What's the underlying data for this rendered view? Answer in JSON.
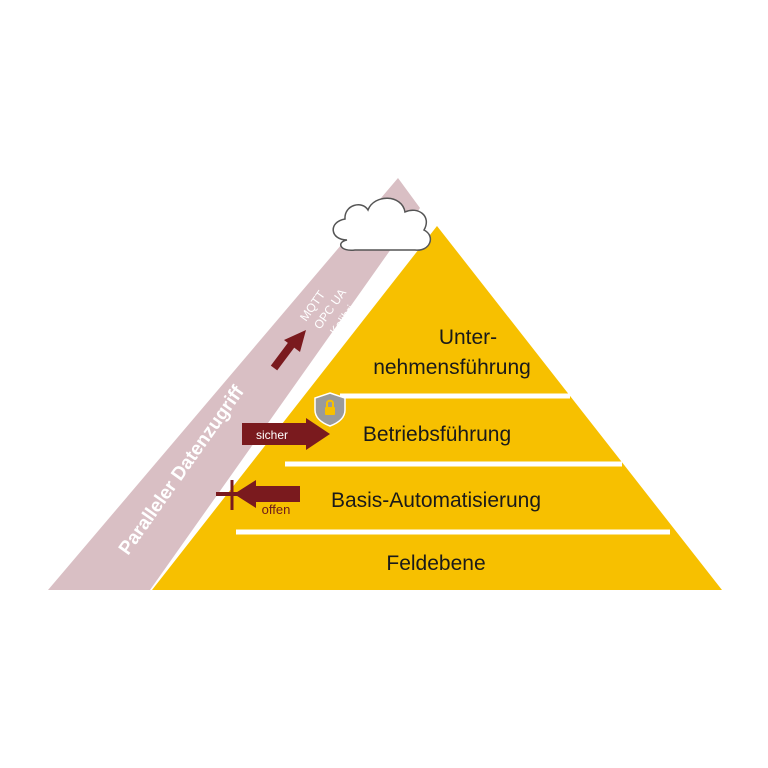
{
  "layers": [
    {
      "label_line1": "Unter-",
      "label_line2": "nehmensführung"
    },
    {
      "label": "Betriebsführung"
    },
    {
      "label": "Basis-Automatisierung"
    },
    {
      "label": "Feldebene"
    }
  ],
  "side_band": {
    "label": "Paralleler Datenzugriff",
    "protocols": [
      "MQTT",
      "OPC UA",
      "Kolibri"
    ]
  },
  "access": {
    "secure_label": "sicher",
    "open_label": "offen"
  },
  "icons": {
    "cloud": "cloud-icon",
    "shield": "shield-lock-icon"
  },
  "colors": {
    "pyramid": "#f7c000",
    "band": "#d9bfc4",
    "arrow": "#7a1a1e",
    "divider": "#ffffff"
  }
}
